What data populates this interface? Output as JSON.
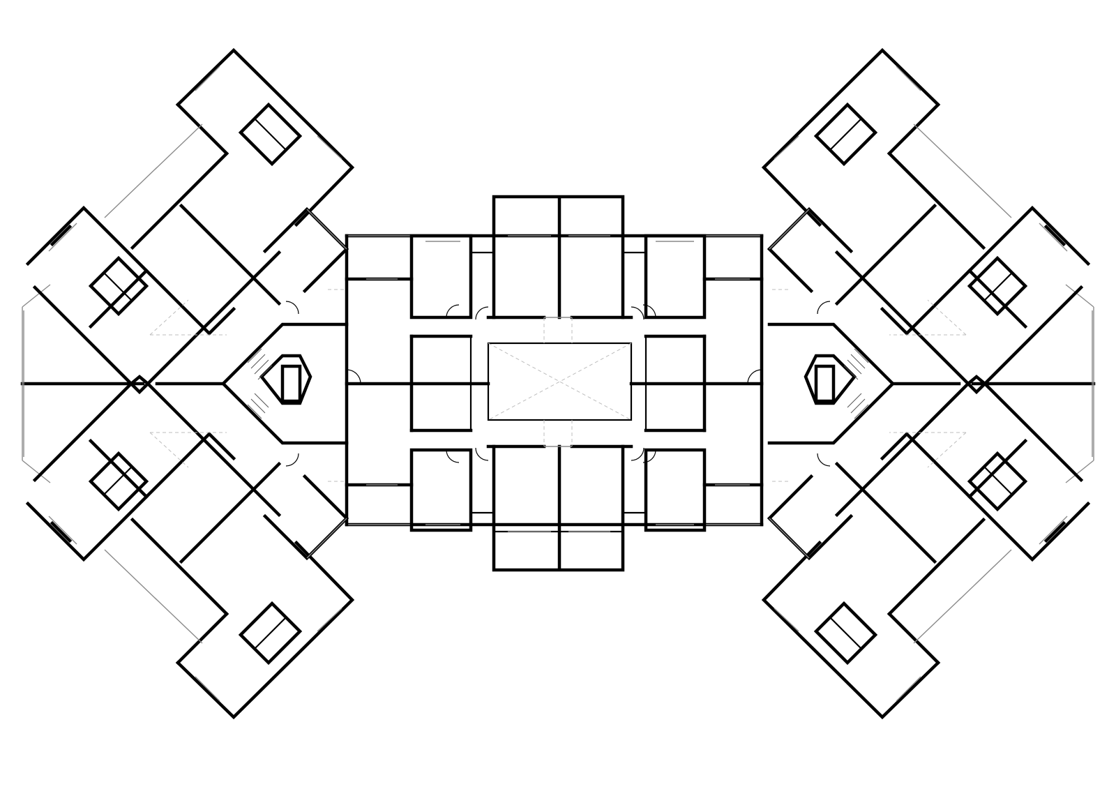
{
  "drawing": {
    "kind": "architectural floor plan",
    "palette": {
      "wall": "#000000",
      "glazing": "#8a8a8a",
      "hidden_line": "#bdbdbd",
      "background": "#ffffff"
    },
    "components": [
      "west-wing",
      "east-wing",
      "central-block",
      "central-courtyard",
      "west-core",
      "east-core"
    ]
  }
}
